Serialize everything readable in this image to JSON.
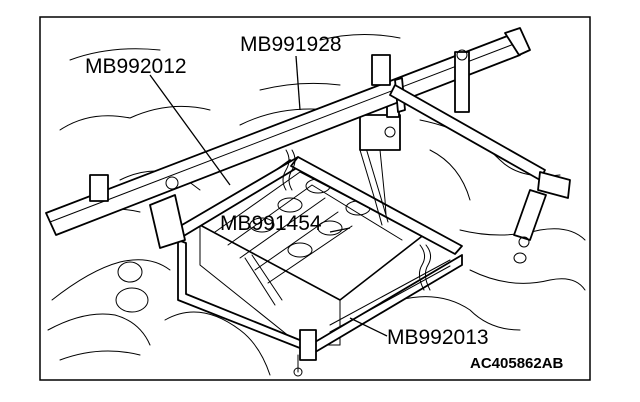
{
  "figure_id": "AC405862AB",
  "tools": [
    {
      "key": "top_center",
      "label": "MB991928"
    },
    {
      "key": "top_left",
      "label": "MB992012"
    },
    {
      "key": "center",
      "label": "MB991454"
    },
    {
      "key": "bottom_right",
      "label": "MB992013"
    }
  ],
  "colors": {
    "line": "#000000",
    "background": "#ffffff"
  }
}
